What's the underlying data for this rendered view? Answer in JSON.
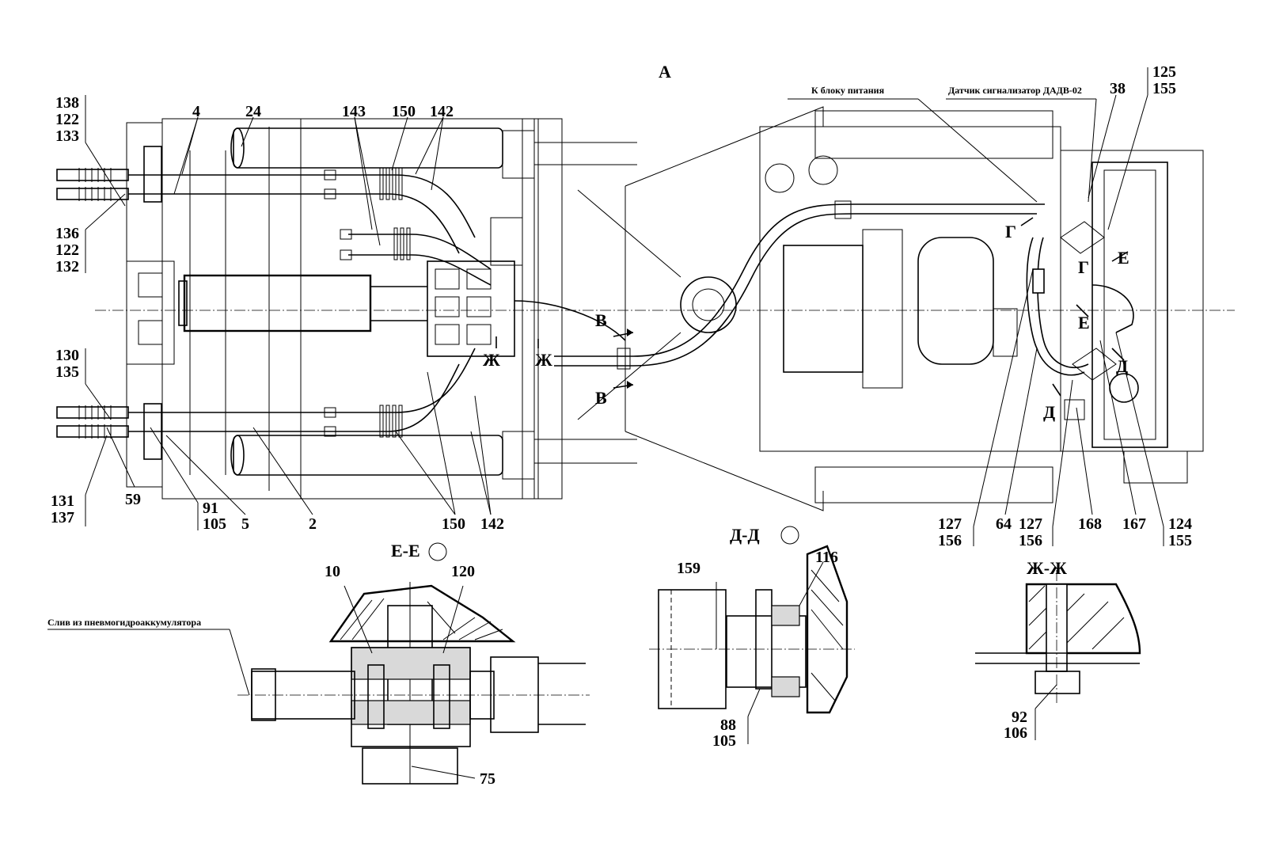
{
  "view_label": "А",
  "notes": {
    "power_unit": "К блоку питания",
    "sensor": "Датчик сигнализатор ДАДВ-02",
    "drain": "Слив из пневмогидроаккумулятора"
  },
  "sections": {
    "e_e": "Е-Е",
    "d_d": "Д-Д",
    "zh_zh": "Ж-Ж"
  },
  "markers": {
    "v": "В",
    "g": "Г",
    "e": "Е",
    "d": "Д",
    "zh": "Ж"
  },
  "callouts": {
    "c138": "138",
    "c122a": "122",
    "c133": "133",
    "c136": "136",
    "c122b": "122",
    "c132": "132",
    "c130": "130",
    "c135": "135",
    "c131": "131",
    "c137": "137",
    "c59": "59",
    "c91": "91",
    "c105a": "105",
    "c5": "5",
    "c2": "2",
    "c4": "4",
    "c24": "24",
    "c143": "143",
    "c150a": "150",
    "c142a": "142",
    "c150b": "150",
    "c142b": "142",
    "c125": "125",
    "c155a": "155",
    "c38": "38",
    "c127a": "127",
    "c156a": "156",
    "c64": "64",
    "c127b": "127",
    "c156b": "156",
    "c168": "168",
    "c167": "167",
    "c124": "124",
    "c155b": "155",
    "c10": "10",
    "c120": "120",
    "c75": "75",
    "c159": "159",
    "c116": "116",
    "c88": "88",
    "c105b": "105",
    "c92": "92",
    "c106": "106"
  }
}
